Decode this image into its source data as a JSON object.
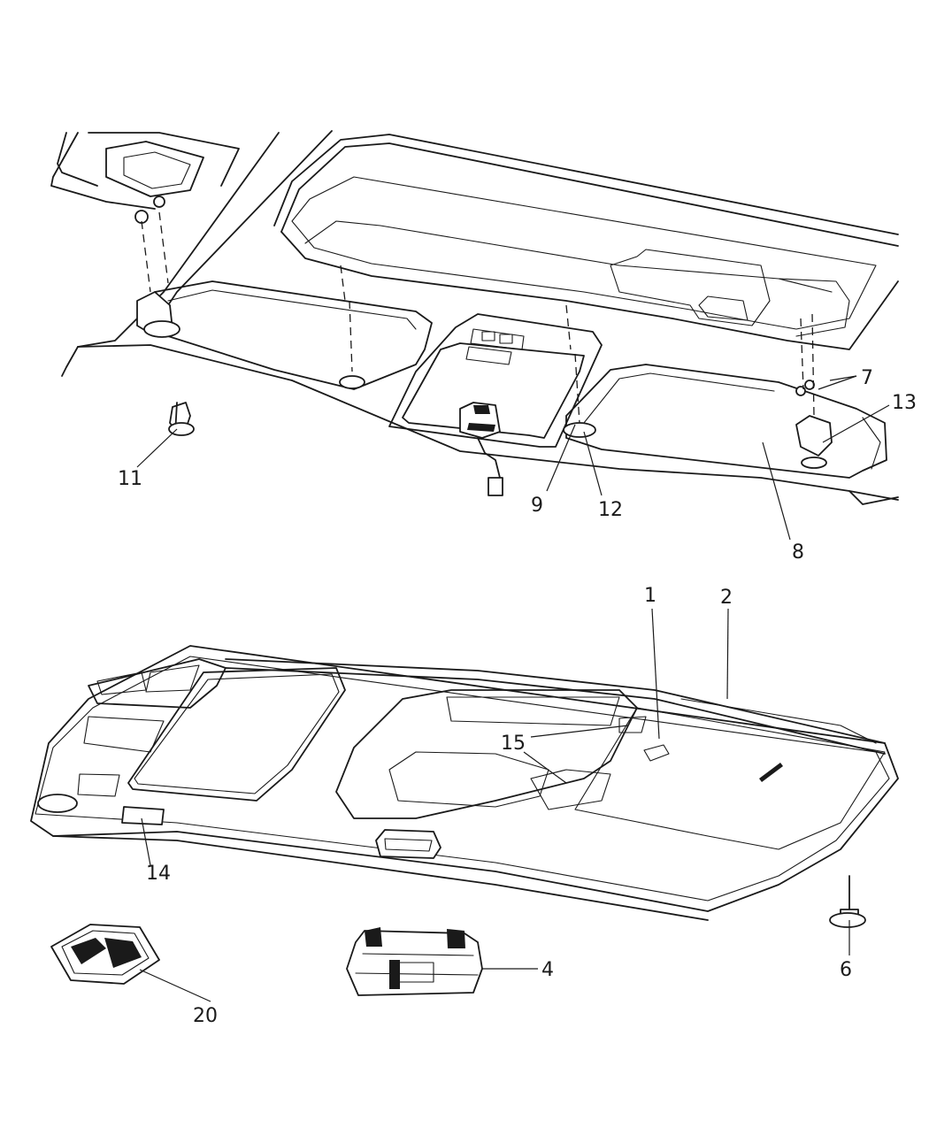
{
  "callouts": {
    "c1": "1",
    "c2": "2",
    "c4": "4",
    "c6": "6",
    "c7": "7",
    "c8": "8",
    "c9": "9",
    "c11": "11",
    "c12": "12",
    "c13": "13",
    "c14": "14",
    "c15": "15",
    "c20": "20"
  }
}
